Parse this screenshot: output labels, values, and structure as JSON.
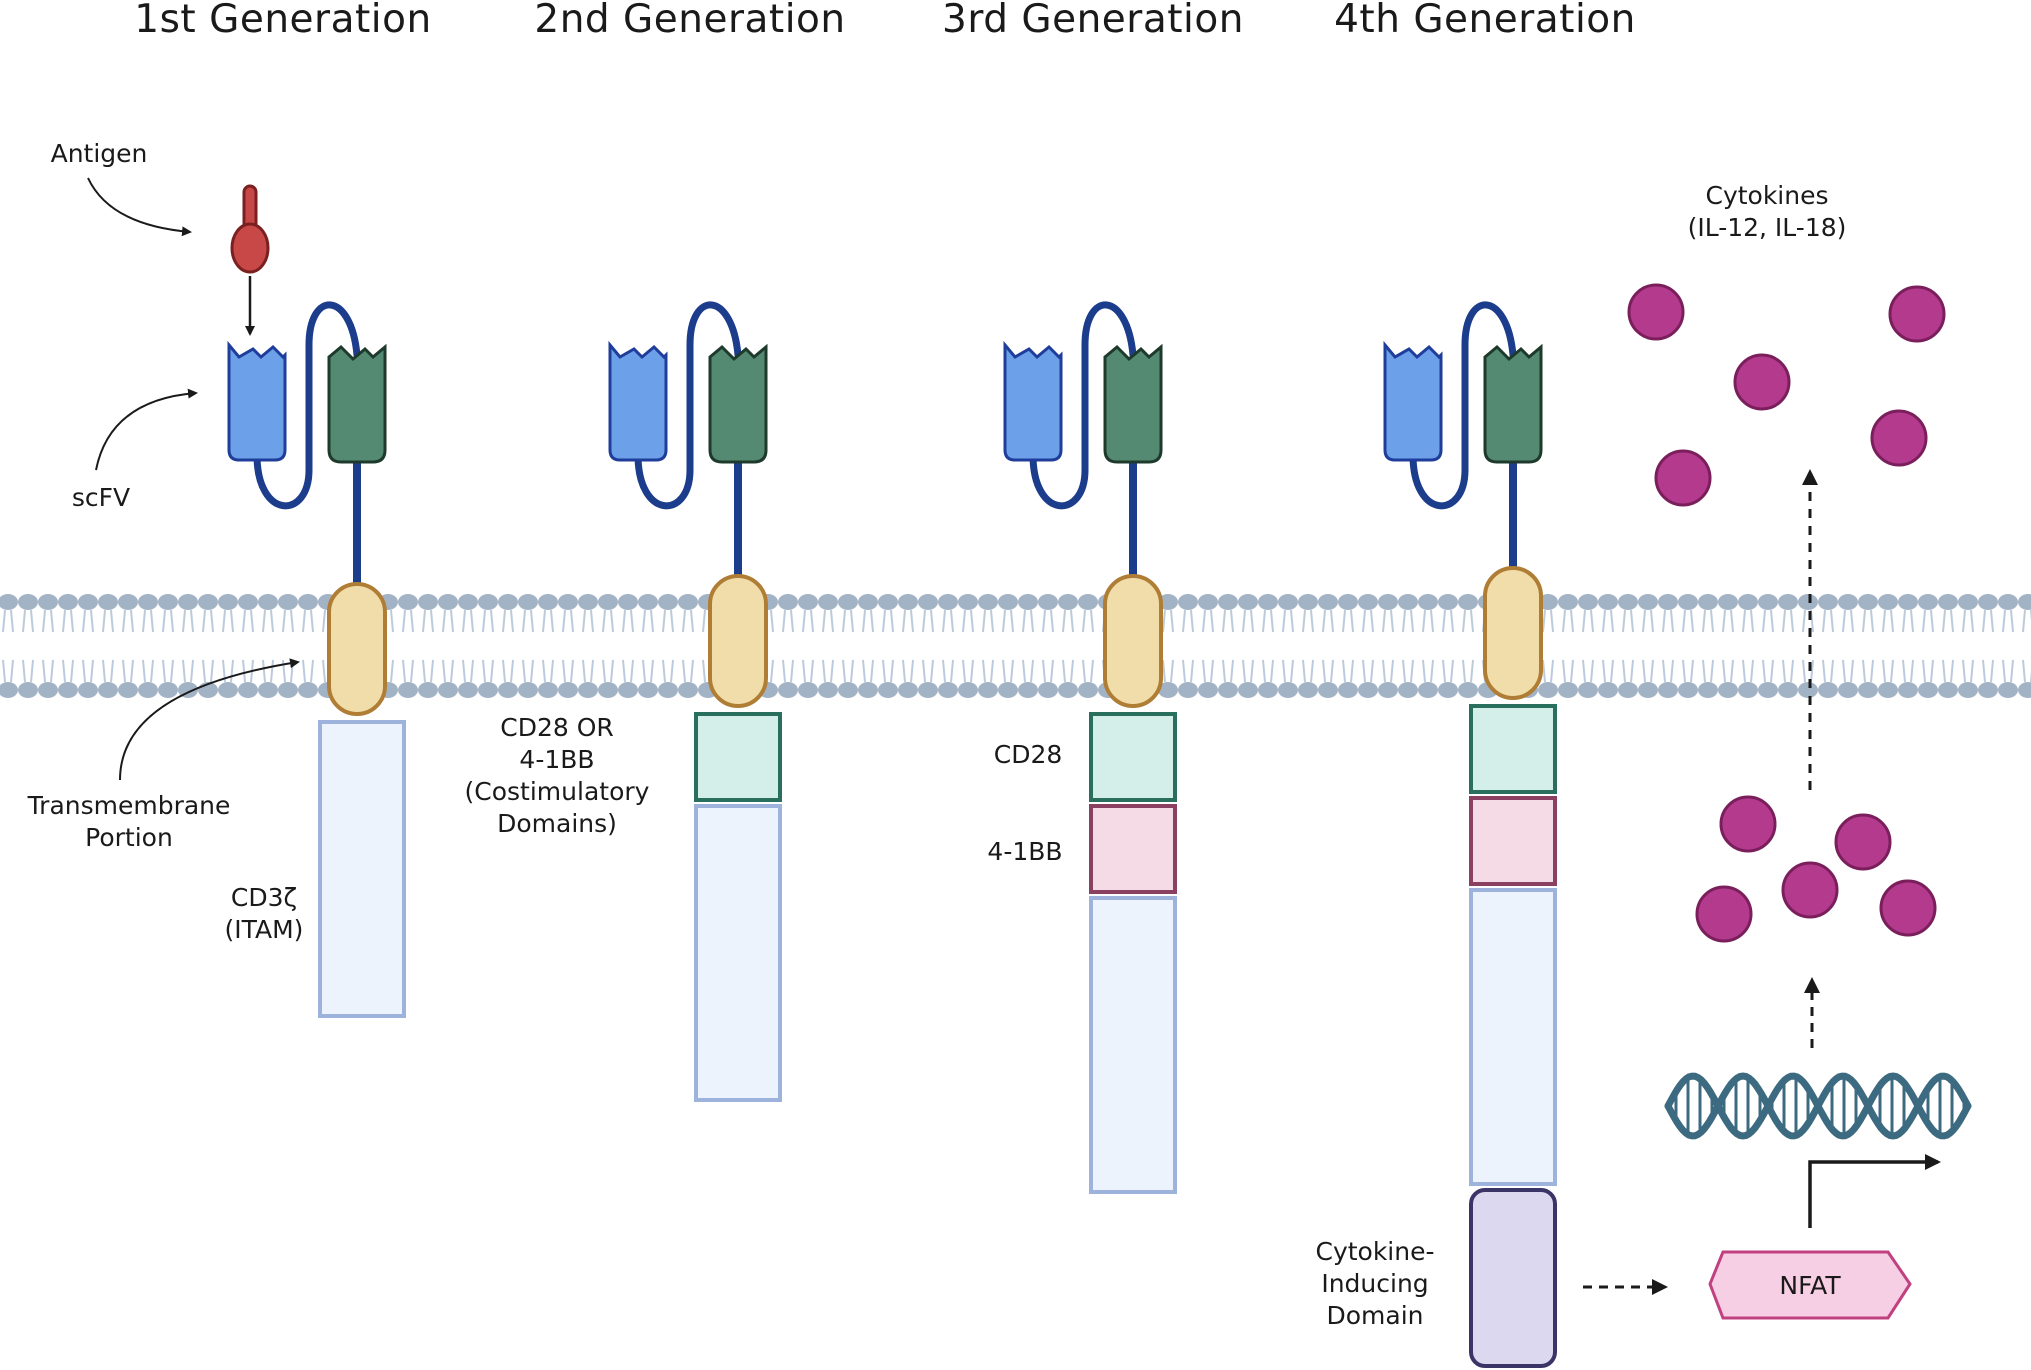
{
  "generations": [
    {
      "title": "1st Generation",
      "cx": 0
    },
    {
      "title": "2nd Generation",
      "cx": 0
    },
    {
      "title": "3rd Generation",
      "cx": 0
    },
    {
      "title": "4th Generation",
      "cx": 0
    }
  ],
  "labels": {
    "antigen": "Antigen",
    "scfv": "scFV",
    "transmembrane_line1": "Transmembrane",
    "transmembrane_line2": "Portion",
    "cd3z_line1": "CD3ζ",
    "cd3z_line2": "(ITAM)",
    "costim_line1": "CD28 OR",
    "costim_line2": "4-1BB",
    "costim_line3": "(Costimulatory",
    "costim_line4": "Domains)",
    "cd28": "CD28",
    "four1bb": "4-1BB",
    "cytokine_domain_line1": "Cytokine-",
    "cytokine_domain_line2": "Inducing",
    "cytokine_domain_line3": "Domain",
    "nfat": "NFAT",
    "cytokines_line1": "Cytokines",
    "cytokines_line2": "(IL-12, IL-18)"
  },
  "colors": {
    "vl_blue": "#6ca0e8",
    "vh_green": "#558a72",
    "linker_navy": "#1c3c8c",
    "transmembrane": "#f0ddaa",
    "transmembrane_border": "#b07d35",
    "cd3z_fill": "#edf3fc",
    "cd3z_border": "#9eb3dc",
    "cd28_fill": "#d4eee9",
    "cd28_border": "#2a6e5e",
    "bb_fill": "#f4dbe6",
    "bb_border": "#8a4060",
    "cytokine_domain_fill": "#dcd8f0",
    "cytokine_domain_border": "#3a3566",
    "membrane_head": "#a3b3c6",
    "membrane_tail": "#bccbdc",
    "cytokine": "#b43a8e",
    "nfat_fill": "#f7cfe4",
    "nfat_border": "#c04080",
    "dna": "#3c6a80",
    "antigen": "#c84848"
  }
}
